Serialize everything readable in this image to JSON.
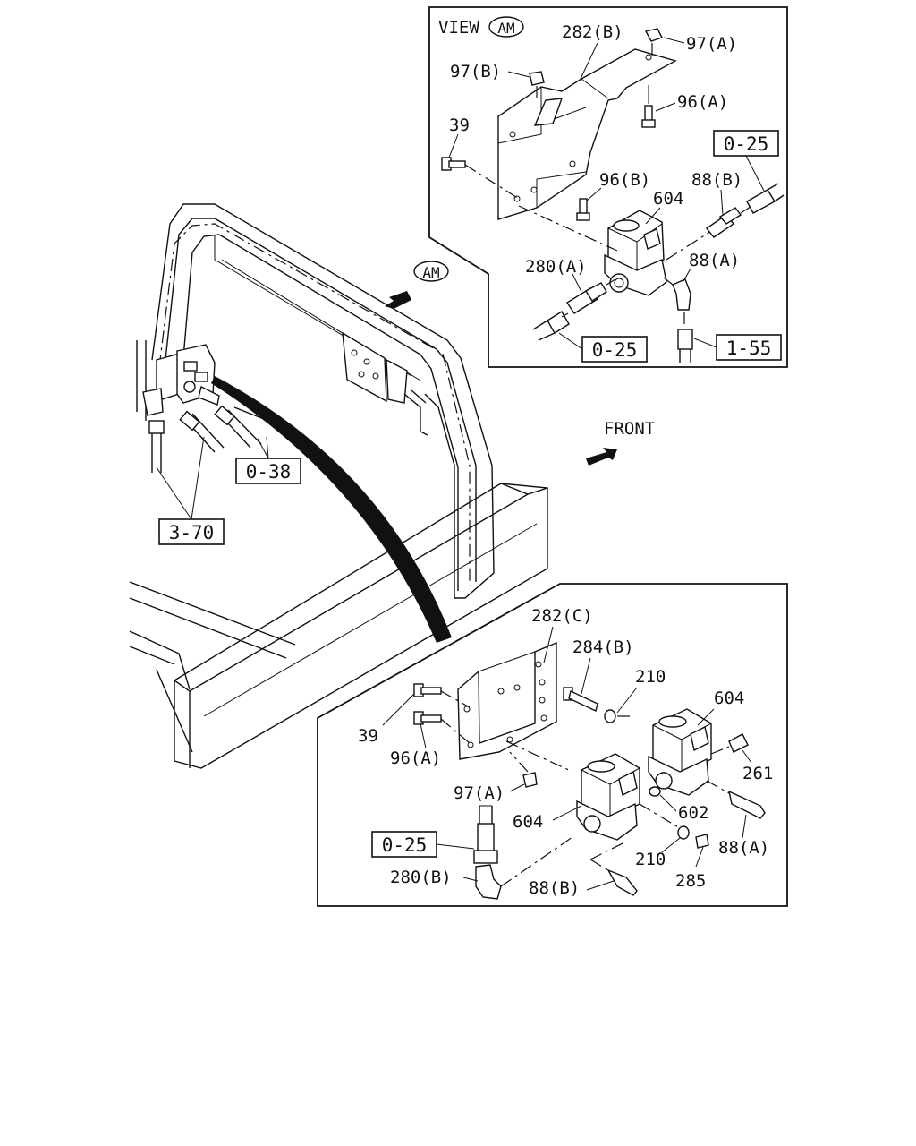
{
  "view_label": {
    "prefix": "VIEW",
    "circle": "AM"
  },
  "arrow_marker": "AM",
  "front_label": "FRONT",
  "top_panel": {
    "labels": {
      "bracket": "282(B)",
      "nut_a": "97(A)",
      "nut_b": "97(B)",
      "bolt_a": "96(A)",
      "bolt_b": "96(B)",
      "bolt_39": "39",
      "valve": "604",
      "fitting_88b": "88(B)",
      "fitting_88a": "88(A)",
      "fitting_280a": "280(A)"
    },
    "refs": {
      "pipe_top": "0-25",
      "pipe_bottom": "0-25",
      "hose": "1-55"
    }
  },
  "main_view": {
    "refs": {
      "hoses": "0-38",
      "pipes": "3-70"
    }
  },
  "bottom_panel": {
    "labels": {
      "bracket": "282(C)",
      "bolt_284b": "284(B)",
      "washer_210_top": "210",
      "valve_right": "604",
      "plug_261": "261",
      "bolt_39": "39",
      "bolt_96a": "96(A)",
      "nut_97a": "97(A)",
      "valve_left": "604",
      "oring_602": "602",
      "fitting_88a": "88(A)",
      "washer_210_bottom": "210",
      "nut_285": "285",
      "fitting_280b": "280(B)",
      "fitting_88b": "88(B)"
    },
    "refs": {
      "pipe": "0-25"
    }
  }
}
